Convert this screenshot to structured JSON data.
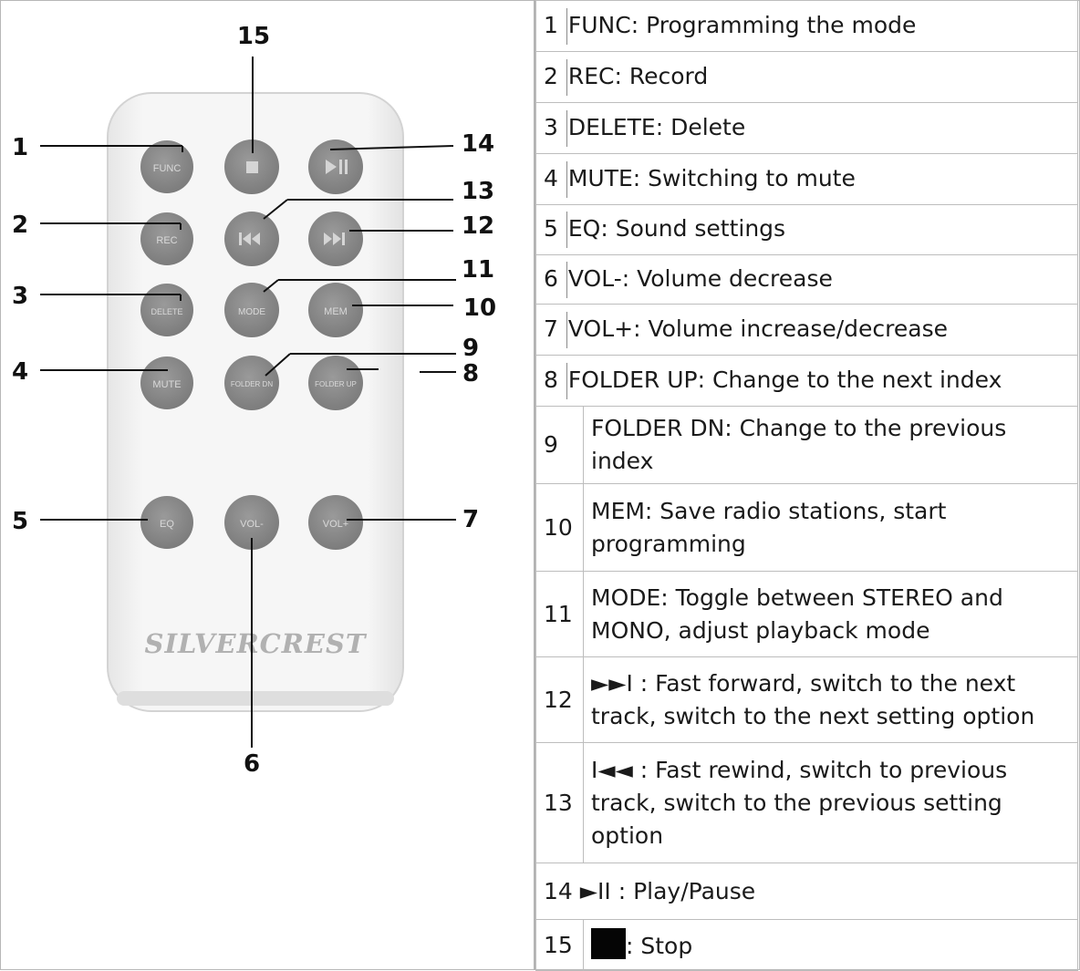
{
  "diagram": {
    "callouts": [
      "1",
      "2",
      "3",
      "4",
      "5",
      "6",
      "7",
      "8",
      "9",
      "10",
      "11",
      "12",
      "13",
      "14",
      "15"
    ],
    "buttons": {
      "func": "FUNC",
      "stop": "■",
      "play_pause": "►II",
      "rec": "REC",
      "prev": "I◄◄",
      "next": "►►I",
      "delete": "DELETE",
      "mode": "MODE",
      "mem": "MEM",
      "mute": "MUTE",
      "folder_dn": "FOLDER DN",
      "folder_up": "FOLDER UP",
      "eq": "EQ",
      "vol_minus": "VOL-",
      "vol_plus": "VOL+"
    },
    "brand": "SILVERCREST"
  },
  "legend": [
    {
      "num": "1",
      "key": "FUNC",
      "rest": ": Programming the mode",
      "style": "inline"
    },
    {
      "num": "2",
      "key": "REC",
      "rest": ": Record",
      "style": "inline"
    },
    {
      "num": "3",
      "key": "DELETE",
      "rest": ": Delete",
      "style": "inline"
    },
    {
      "num": "4",
      "key": "MUTE",
      "rest": ": Switching to mute",
      "style": "inline"
    },
    {
      "num": "5",
      "key": "EQ",
      "rest": ": Sound settings",
      "style": "inline"
    },
    {
      "num": "6",
      "key": "VOL-",
      "rest": ": Volume decrease",
      "style": "inline"
    },
    {
      "num": "7",
      "key": "VOL+",
      "rest": ": Volume increase/decrease",
      "style": "inline"
    },
    {
      "num": "8",
      "key": "FOLDER UP",
      "rest": ": Change to the next index",
      "style": "inline"
    },
    {
      "num": "9",
      "text": "FOLDER DN: Change to the previous index",
      "style": "split"
    },
    {
      "num": "10",
      "text": "MEM: Save radio stations, start programming",
      "style": "split"
    },
    {
      "num": "11",
      "text": "MODE: Toggle between STEREO and MONO, adjust playback mode",
      "style": "split"
    },
    {
      "num": "12",
      "text": "►►I : Fast forward, switch to the next track, switch to the next setting option",
      "style": "split"
    },
    {
      "num": "13",
      "text": "I◄◄ : Fast rewind, switch to previous track, switch to the previous setting option",
      "style": "split"
    },
    {
      "num": "14",
      "key": "►II",
      "rest": ": Play/Pause",
      "style": "inline"
    },
    {
      "num": "15",
      "text": ": Stop",
      "style": "stop"
    }
  ],
  "colors": {
    "remote_body": "#f1f1f1",
    "button_fill": "#8a8a8a",
    "border": "#bdbdbd",
    "text": "#1a1a1a"
  }
}
